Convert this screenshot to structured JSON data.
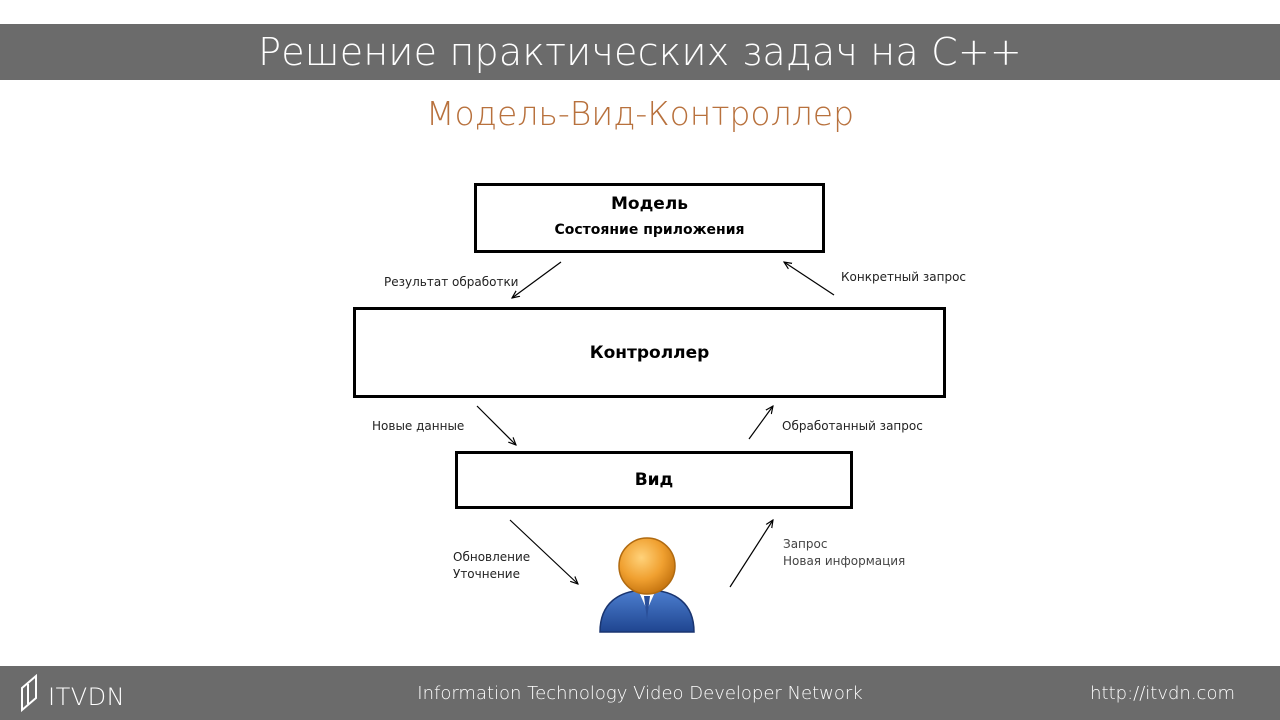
{
  "header": {
    "title": "Решение практических задач на С++"
  },
  "slide": {
    "subtitle": "Модель-Вид-Контроллер"
  },
  "diagram": {
    "model": {
      "title": "Модель",
      "subtitle": "Состояние приложения"
    },
    "controller": {
      "title": "Контроллер"
    },
    "view": {
      "title": "Вид"
    },
    "labels": {
      "result": "Результат обработки",
      "specific_request": "Конкретный запрос",
      "new_data": "Новые данные",
      "processed_request": "Обработанный запрос",
      "update_line1": "Обновление",
      "update_line2": "Уточнение",
      "query_line1": "Запрос",
      "query_line2": "Новая информация"
    },
    "user_icon": "user-icon",
    "colors": {
      "user_head": "#f0a030",
      "user_body": "#2f5aa8",
      "subtitle": "#b8713d",
      "bars": "#6b6b6b"
    }
  },
  "footer": {
    "logo_text": "ITVDN",
    "center": "Information Technology Video Developer Network",
    "url": "http://itvdn.com"
  }
}
